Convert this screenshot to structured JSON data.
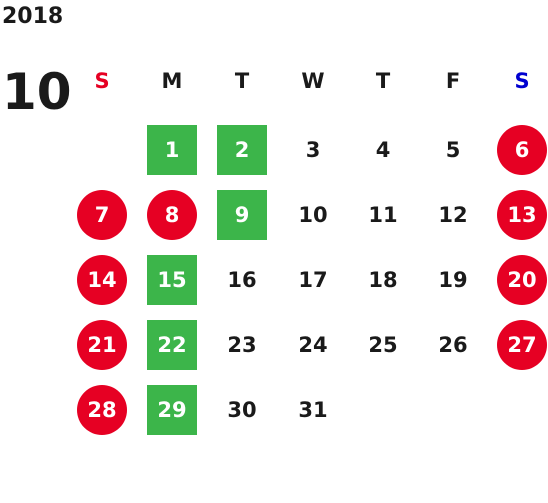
{
  "calendar": {
    "year": "2018",
    "month": "10",
    "weekdays": [
      {
        "label": "S",
        "color": "#e60023"
      },
      {
        "label": "M",
        "color": "#1a1a1a"
      },
      {
        "label": "T",
        "color": "#1a1a1a"
      },
      {
        "label": "W",
        "color": "#1a1a1a"
      },
      {
        "label": "T",
        "color": "#1a1a1a"
      },
      {
        "label": "F",
        "color": "#1a1a1a"
      },
      {
        "label": "S",
        "color": "#0000d0"
      }
    ],
    "first_weekday_index": 1,
    "days": [
      {
        "d": "1",
        "type": "special"
      },
      {
        "d": "2",
        "type": "special"
      },
      {
        "d": "3",
        "type": "normal"
      },
      {
        "d": "4",
        "type": "normal"
      },
      {
        "d": "5",
        "type": "normal"
      },
      {
        "d": "6",
        "type": "holiday"
      },
      {
        "d": "7",
        "type": "holiday"
      },
      {
        "d": "8",
        "type": "holiday"
      },
      {
        "d": "9",
        "type": "special"
      },
      {
        "d": "10",
        "type": "normal"
      },
      {
        "d": "11",
        "type": "normal"
      },
      {
        "d": "12",
        "type": "normal"
      },
      {
        "d": "13",
        "type": "holiday"
      },
      {
        "d": "14",
        "type": "holiday"
      },
      {
        "d": "15",
        "type": "special"
      },
      {
        "d": "16",
        "type": "normal"
      },
      {
        "d": "17",
        "type": "normal"
      },
      {
        "d": "18",
        "type": "normal"
      },
      {
        "d": "19",
        "type": "normal"
      },
      {
        "d": "20",
        "type": "holiday"
      },
      {
        "d": "21",
        "type": "holiday"
      },
      {
        "d": "22",
        "type": "special"
      },
      {
        "d": "23",
        "type": "normal"
      },
      {
        "d": "24",
        "type": "normal"
      },
      {
        "d": "25",
        "type": "normal"
      },
      {
        "d": "26",
        "type": "normal"
      },
      {
        "d": "27",
        "type": "holiday"
      },
      {
        "d": "28",
        "type": "holiday"
      },
      {
        "d": "29",
        "type": "special"
      },
      {
        "d": "30",
        "type": "normal"
      },
      {
        "d": "31",
        "type": "normal"
      }
    ],
    "colors": {
      "holiday": "#e60023",
      "special": "#3cb54a",
      "text": "#1a1a1a"
    }
  }
}
